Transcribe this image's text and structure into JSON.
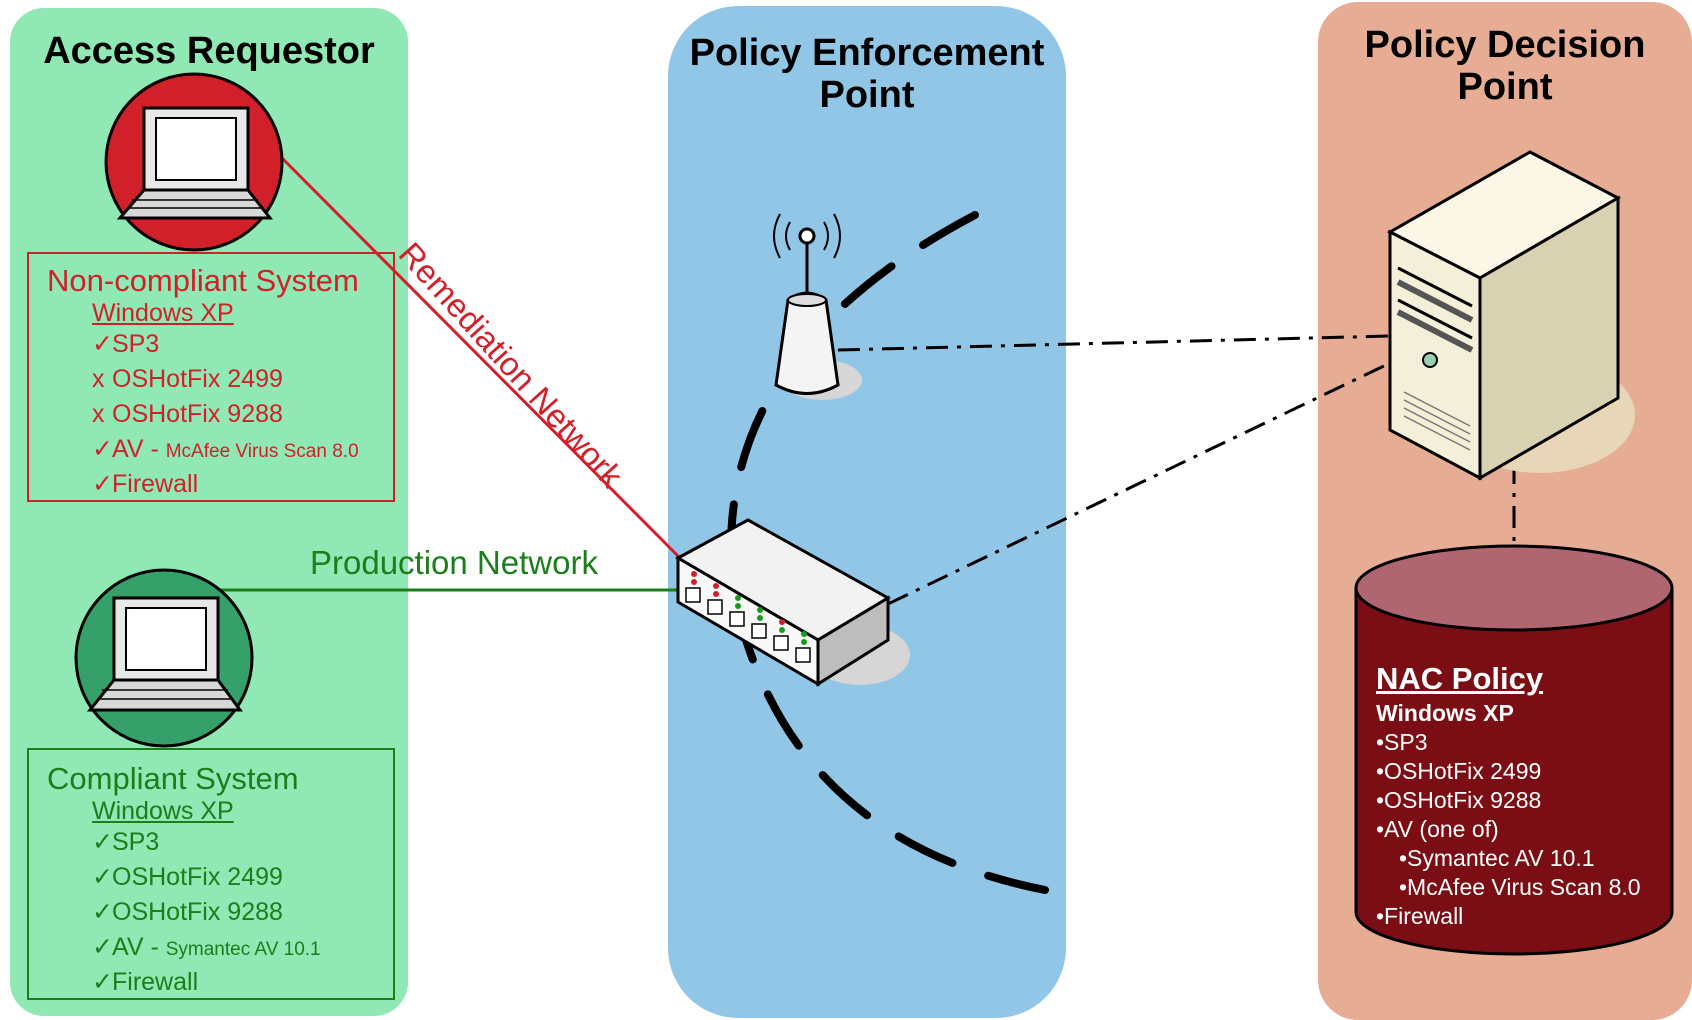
{
  "zones": {
    "access_requestor": {
      "title": "Access Requestor",
      "color": "#90e8b4"
    },
    "policy_enforcement_point": {
      "title_line1": "Policy Enforcement",
      "title_line2": "Point",
      "color": "#92c6e6"
    },
    "policy_decision_point": {
      "title_line1": "Policy Decision",
      "title_line2": "Point",
      "color": "#e6ac94"
    }
  },
  "non_compliant": {
    "heading": "Non-compliant System",
    "os": "Windows XP",
    "items": [
      {
        "mark": "✓",
        "text": "SP3",
        "note": ""
      },
      {
        "mark": "x",
        "text": "OSHotFix 2499",
        "note": ""
      },
      {
        "mark": "x",
        "text": "OSHotFix 9288",
        "note": ""
      },
      {
        "mark": "✓",
        "text": "AV - ",
        "note": "McAfee Virus Scan 8.0"
      },
      {
        "mark": "✓",
        "text": "Firewall",
        "note": ""
      }
    ],
    "color": "#d1202a"
  },
  "compliant": {
    "heading": "Compliant System",
    "os": "Windows XP",
    "items": [
      {
        "mark": "✓",
        "text": "SP3",
        "note": ""
      },
      {
        "mark": "✓",
        "text": "OSHotFix 2499",
        "note": ""
      },
      {
        "mark": "✓",
        "text": "OSHotFix 9288",
        "note": ""
      },
      {
        "mark": "✓",
        "text": "AV - ",
        "note": "Symantec AV 10.1"
      },
      {
        "mark": "✓",
        "text": "Firewall",
        "note": ""
      }
    ],
    "color": "#1a7f1a"
  },
  "networks": {
    "remediation": "Remediation Network",
    "production": "Production Network"
  },
  "nac_policy": {
    "title": "NAC Policy",
    "os": "Windows XP",
    "items": [
      {
        "text": "•SP3",
        "indent": false
      },
      {
        "text": "•OSHotFix 2499",
        "indent": false
      },
      {
        "text": "•OSHotFix 9288",
        "indent": false
      },
      {
        "text": "•AV (one of)",
        "indent": false
      },
      {
        "text": "•Symantec AV 10.1",
        "indent": true
      },
      {
        "text": "•McAfee Virus Scan 8.0",
        "indent": true
      },
      {
        "text": "•Firewall",
        "indent": false
      }
    ],
    "color": "#7a0e14"
  },
  "icons": [
    "laptop-icon",
    "wireless-access-point-icon",
    "network-switch-icon",
    "server-tower-icon",
    "database-cylinder-icon"
  ]
}
